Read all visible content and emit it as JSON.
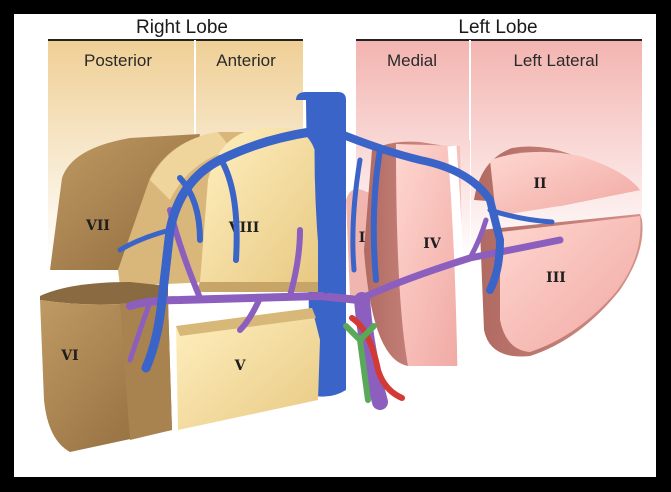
{
  "lobes": {
    "right": {
      "title": "Right Lobe",
      "sections": [
        "Posterior",
        "Anterior"
      ]
    },
    "left": {
      "title": "Left Lobe",
      "sections": [
        "Medial",
        "Left Lateral"
      ]
    }
  },
  "segments": {
    "s1": "I",
    "s2": "II",
    "s3": "III",
    "s4": "IV",
    "s5": "V",
    "s6": "VI",
    "s7": "VII",
    "s8": "VIII"
  },
  "colors": {
    "right_lobe": "#f2d9a0",
    "left_lobe": "#f5c1bd",
    "hepatic_veins": "#3a64c8",
    "portal_vein": "#8c5fbf",
    "hepatic_artery": "#d33a35",
    "bile_duct": "#5aa85a"
  }
}
